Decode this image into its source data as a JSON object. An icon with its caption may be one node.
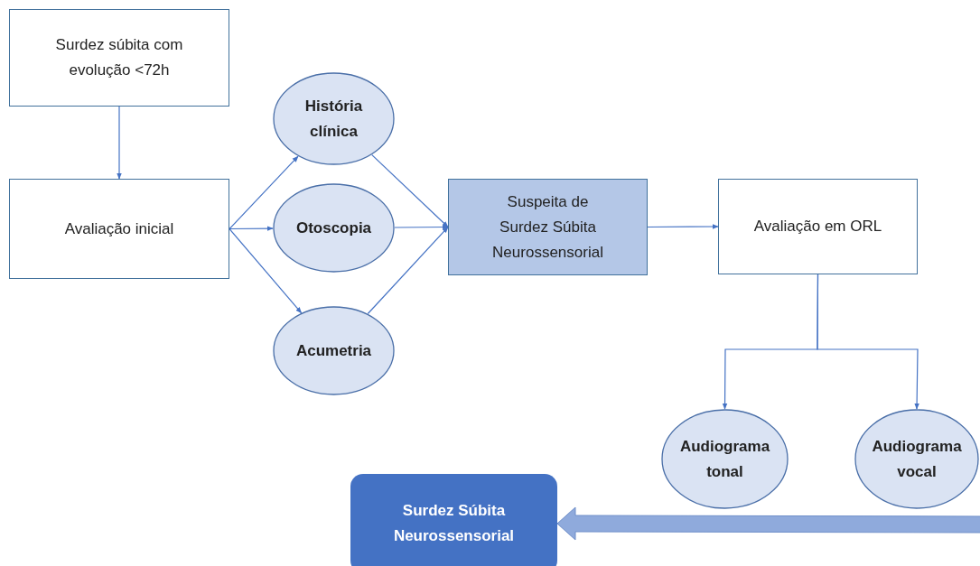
{
  "diagram": {
    "nodes": [
      {
        "text": [
          "Surdez súbita com evolução <72h"
        ]
      },
      {
        "text": [
          "Avaliação inicial"
        ]
      },
      {
        "text": [
          "História clínica"
        ]
      },
      {
        "text": [
          "Otoscopia"
        ]
      },
      {
        "text": [
          "Acumetria"
        ]
      },
      {
        "text": [
          "Suspeita de Surdez Súbita Neurossensorial"
        ]
      },
      {
        "text": [
          "Avaliação em ORL"
        ]
      },
      {
        "text": [
          "Audiograma tonal"
        ]
      },
      {
        "text": [
          "Audiograma vocal"
        ]
      },
      {
        "text": [
          "Surdez Súbita Neurossensorial"
        ]
      }
    ],
    "edges": [
      {
        "from": 0,
        "to": 1,
        "arrow": "to"
      },
      {
        "from": 1,
        "to": 2,
        "arrow": "to"
      },
      {
        "from": 1,
        "to": 3,
        "arrow": "to"
      },
      {
        "from": 1,
        "to": 4,
        "arrow": "to"
      },
      {
        "from": 2,
        "to": 5,
        "arrow": "to"
      },
      {
        "from": 3,
        "to": 5,
        "arrow": "to"
      },
      {
        "from": 4,
        "to": 5,
        "arrow": "to"
      },
      {
        "from": 5,
        "to": 6,
        "arrow": "to"
      },
      {
        "from": 6,
        "to": 7,
        "arrow": "to"
      },
      {
        "from": 6,
        "to": 8,
        "arrow": "to"
      },
      {
        "from": null,
        "to": 9,
        "arrow": "to",
        "style": "thick",
        "color": "#8faadc"
      }
    ]
  }
}
